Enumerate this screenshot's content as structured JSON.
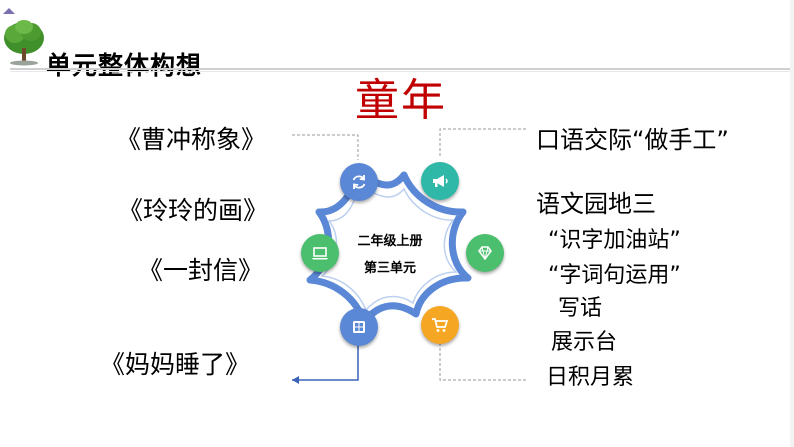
{
  "header": {
    "title": "单元整体构想"
  },
  "main_title": "童年",
  "center": {
    "line1": "二年级上册",
    "line2": "第三单元"
  },
  "lessons_left": [
    {
      "text": "《曹冲称象》"
    },
    {
      "text": "《玲玲的画》"
    },
    {
      "text": "《一封信》"
    },
    {
      "text": "《妈妈睡了》"
    }
  ],
  "right": {
    "oral": "口语交际“做手工”",
    "garden": "语文园地三",
    "items": [
      "“识字加油站”",
      "“字词句运用”",
      "写话",
      "展示台",
      "日积月累"
    ]
  },
  "colors": {
    "blue": "#5a87d6",
    "teal": "#2fb8a8",
    "green": "#4cbf6e",
    "orange": "#f5a623",
    "accent_red": "#c00000"
  },
  "icons": [
    "refresh-icon",
    "megaphone-icon",
    "laptop-icon",
    "diamond-icon",
    "book-icon",
    "cart-icon"
  ]
}
